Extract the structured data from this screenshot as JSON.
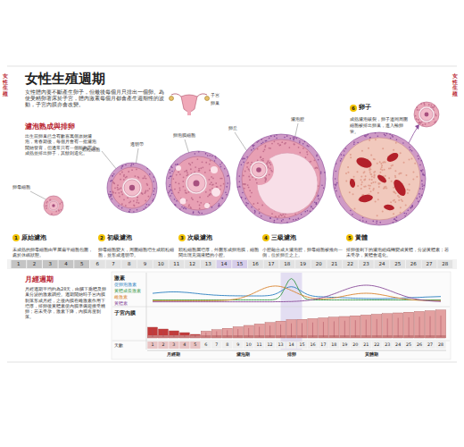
{
  "diagram": {
    "title": "女性生殖週期",
    "nodes": [
      {
        "text": [
          "1",
          "原始濾泡",
          "未成熟的卵母細胞由單層扁平細胞包圍，處於休眠狀態。"
        ]
      },
      {
        "text": [
          "2",
          "初級濾泡",
          "卵母細胞變大，周圍細胞增生成顆粒細胞，並形成透明帶。"
        ]
      },
      {
        "text": [
          "3",
          "次級濾泡",
          "顆粒細胞層增厚，外圍形成卵泡膜，細胞間出現充滿液體的小腔。"
        ]
      },
      {
        "text": [
          "4",
          "三級濾泡",
          "小腔融合成大濾泡腔，卵母細胞被推向一側，位於卵丘之上。"
        ]
      },
      {
        "text": [
          "5",
          "黃體",
          "排卵後剩下的濾泡組織轉變成黃體，分泌黃體素；若未受孕，黃體會退化。"
        ]
      },
      {
        "text": [
          "6",
          "卵子",
          "成熟濾泡破裂，卵子連同周圍細胞被排出卵巢，進入輸卵管。"
        ]
      }
    ],
    "labels": [
      "女性體內要不斷產生卵子，但最後每個月只排出一個卵。為使受精卵著床於子宮，體內激素每個月都會產生週期性的波動，子宮內膜亦會改變。",
      "子宮",
      "卵巢",
      "濾泡熟成與排卵",
      "出生前卵巢已含有數百萬個原始濾泡，青春期後，每個月會有一批濾泡開始發育，但通常只有一個能夠完全成熟並排出卵子，其餘則退化。",
      "卵母細胞",
      "顆粒細胞",
      "透明帶",
      "卵泡膜細胞",
      "卵丘",
      "濾泡腔",
      "月經週期",
      "月經週期平均約為28天，由腦下垂體及卵巢分泌的激素調控。週期開始時子宮內膜剝落形成月經，之後內膜在雌激素作用下增厚，排卵後黃體素使內膜準備迎接受精卵；若未受孕，激素下降，內膜再度剝落。",
      "激素",
      "促卵泡激素",
      "黃體成長激素",
      "雌激素",
      "黃體素",
      "子宮內膜",
      "天數",
      "月經期",
      "濾泡期",
      "排卵",
      "黃體期",
      "女性生殖",
      "女性生殖",
      "1",
      "2",
      "3",
      "4",
      "5",
      "6",
      "7",
      "8",
      "9",
      "10",
      "11",
      "12",
      "13",
      "14",
      "15",
      "16",
      "17",
      "18",
      "19",
      "20",
      "21",
      "22",
      "23",
      "24",
      "25",
      "26",
      "27",
      "28",
      "1",
      "2",
      "3",
      "4",
      "5",
      "6",
      "7",
      "8",
      "9",
      "10",
      "11",
      "12",
      "13",
      "14",
      "15",
      "16",
      "17",
      "18",
      "19",
      "20",
      "21",
      "22",
      "23",
      "24",
      "25",
      "26",
      "27",
      "28"
    ]
  }
}
